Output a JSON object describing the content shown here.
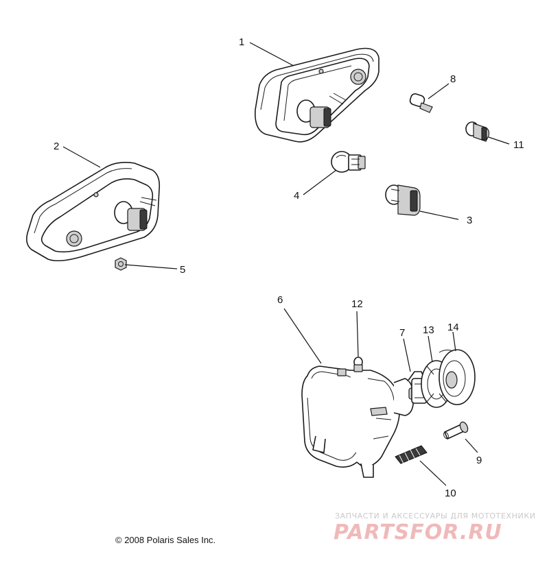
{
  "callouts": {
    "c1": "1",
    "c2": "2",
    "c3": "3",
    "c4": "4",
    "c5": "5",
    "c6": "6",
    "c7": "7",
    "c8": "8",
    "c9": "9",
    "c10": "10",
    "c11": "11",
    "c12": "12",
    "c13": "13",
    "c14": "14"
  },
  "copyright": "© 2008 Polaris Sales Inc.",
  "watermark": {
    "tagline": "ЗАПЧАСТИ И АКСЕССУАРЫ ДЛЯ МОТОТЕХНИКИ",
    "logo_text": "PARTSFOR.RU",
    "logo_color": "#f0b9b9"
  },
  "colors": {
    "line": "#1a1a1a",
    "background": "#ffffff"
  }
}
